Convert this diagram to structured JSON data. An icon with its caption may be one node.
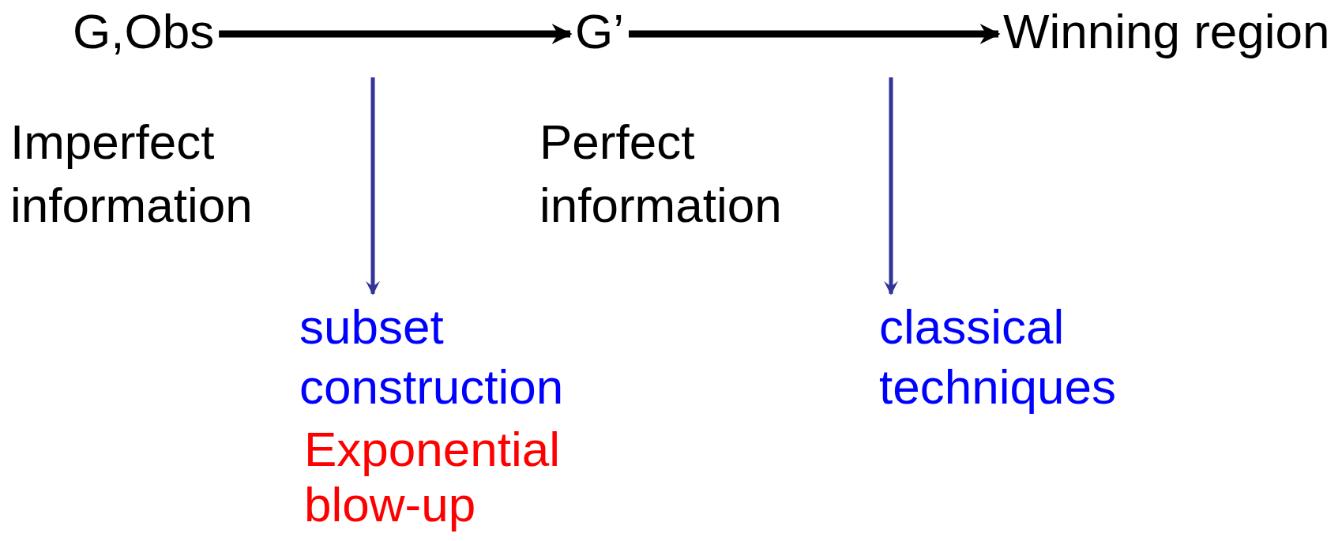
{
  "diagram": {
    "nodes": [
      {
        "text": [
          "G,Obs"
        ]
      },
      {
        "text": [
          "G’"
        ]
      },
      {
        "text": [
          "Winning region"
        ]
      },
      {
        "text": [
          "subset construction"
        ],
        "beside": [
          "Exponential blow-up"
        ]
      },
      {
        "text": [
          "classical techniques"
        ]
      }
    ],
    "edges": [
      {
        "from": 0,
        "to": 1,
        "arrow": "to",
        "style": "thick",
        "color": "#000000"
      },
      {
        "from": 1,
        "to": 2,
        "arrow": "to",
        "style": "thick",
        "color": "#000000"
      },
      {
        "from": null,
        "to": 3,
        "arrow": "to",
        "color": "#333399"
      },
      {
        "from": null,
        "to": 4,
        "arrow": "to",
        "color": "#333399"
      }
    ],
    "labels": [
      "Imperfect information",
      "Perfect information"
    ]
  }
}
